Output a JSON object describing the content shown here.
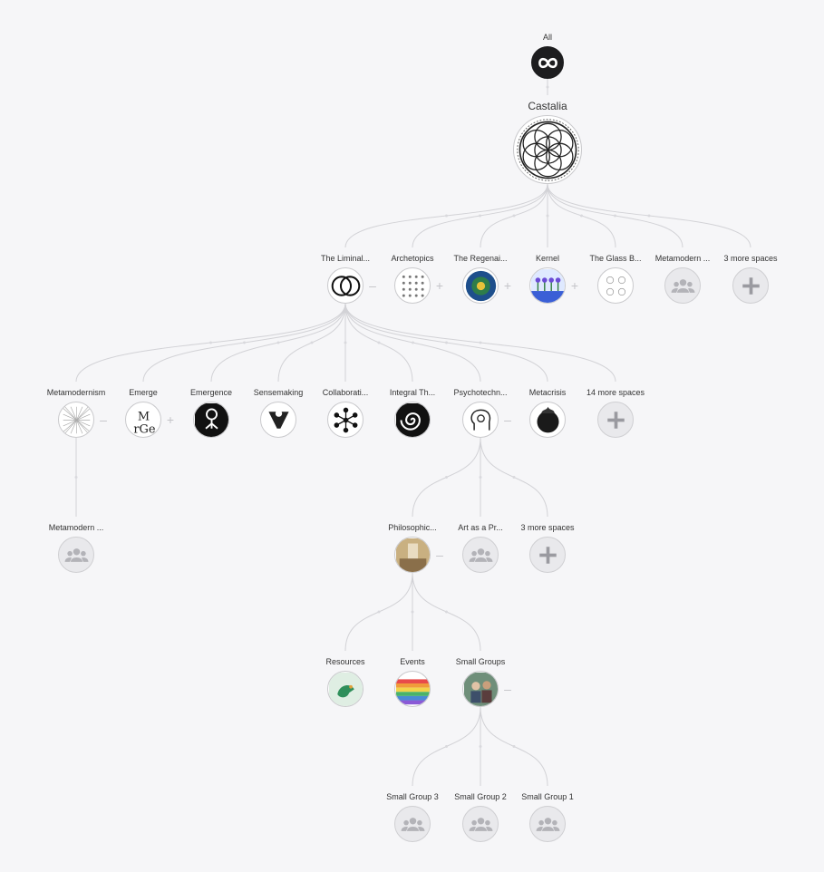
{
  "nodes": [
    {
      "id": "all",
      "label": "All",
      "icon": "infinity-icon",
      "style": "dark"
    },
    {
      "id": "castalia",
      "label": "Castalia",
      "icon": "flower-of-life-icon",
      "style": "image",
      "big": true
    },
    {
      "id": "liminal",
      "label": "The Liminal...",
      "icon": "vesica-icon",
      "style": "image",
      "toggle": "–"
    },
    {
      "id": "archetopics",
      "label": "Archetopics",
      "icon": "symbol-grid-icon",
      "style": "image",
      "toggle": "+"
    },
    {
      "id": "regenai",
      "label": "The Regenai...",
      "icon": "regen-globe-icon",
      "style": "image",
      "toggle": "+"
    },
    {
      "id": "kernel",
      "label": "Kernel",
      "icon": "kernel-garden-icon",
      "style": "image",
      "toggle": "+"
    },
    {
      "id": "glassb",
      "label": "The Glass B...",
      "icon": "glass-bead-icon",
      "style": "image"
    },
    {
      "id": "metamodern1",
      "label": "Metamodern ...",
      "icon": "users-icon",
      "style": "grey"
    },
    {
      "id": "more1",
      "label": "3 more spaces",
      "icon": "plus-icon",
      "style": "grey"
    },
    {
      "id": "metamodernism",
      "label": "Metamodernism",
      "icon": "lattice-icon",
      "style": "image",
      "toggle": "–"
    },
    {
      "id": "emerge",
      "label": "Emerge",
      "icon": "emerge-letters-icon",
      "style": "image",
      "toggle": "+"
    },
    {
      "id": "emergence",
      "label": "Emergence",
      "icon": "emergence-tree-icon",
      "style": "image"
    },
    {
      "id": "sensemaking",
      "label": "Sensemaking",
      "icon": "sensemaking-funnel-icon",
      "style": "image"
    },
    {
      "id": "collab",
      "label": "Collaborati...",
      "icon": "network-icon",
      "style": "image"
    },
    {
      "id": "integral",
      "label": "Integral Th...",
      "icon": "spiral-icon",
      "style": "image"
    },
    {
      "id": "psycho",
      "label": "Psychotechn...",
      "icon": "head-flower-icon",
      "style": "image",
      "toggle": "–"
    },
    {
      "id": "metacrisis",
      "label": "Metacrisis",
      "icon": "burning-earth-icon",
      "style": "image"
    },
    {
      "id": "more2",
      "label": "14 more spaces",
      "icon": "plus-icon",
      "style": "grey"
    },
    {
      "id": "metamodern2",
      "label": "Metamodern ...",
      "icon": "users-icon",
      "style": "grey"
    },
    {
      "id": "philosophic",
      "label": "Philosophic...",
      "icon": "painting-icon",
      "style": "image",
      "toggle": "–"
    },
    {
      "id": "artas",
      "label": "Art as a Pr...",
      "icon": "users-icon",
      "style": "grey"
    },
    {
      "id": "more3",
      "label": "3 more spaces",
      "icon": "plus-icon",
      "style": "grey"
    },
    {
      "id": "resources",
      "label": "Resources",
      "icon": "bird-icon",
      "style": "image"
    },
    {
      "id": "events",
      "label": "Events",
      "icon": "calendar-icon",
      "style": "image"
    },
    {
      "id": "smallgroups",
      "label": "Small Groups",
      "icon": "people-photo-icon",
      "style": "image",
      "toggle": "–"
    },
    {
      "id": "sg3",
      "label": "Small Group 3",
      "icon": "users-icon",
      "style": "grey"
    },
    {
      "id": "sg2",
      "label": "Small Group 2",
      "icon": "users-icon",
      "style": "grey"
    },
    {
      "id": "sg1",
      "label": "Small Group 1",
      "icon": "users-icon",
      "style": "grey"
    }
  ],
  "edges": [
    [
      "all",
      "castalia"
    ],
    [
      "castalia",
      "liminal"
    ],
    [
      "castalia",
      "archetopics"
    ],
    [
      "castalia",
      "regenai"
    ],
    [
      "castalia",
      "kernel"
    ],
    [
      "castalia",
      "glassb"
    ],
    [
      "castalia",
      "metamodern1"
    ],
    [
      "castalia",
      "more1"
    ],
    [
      "liminal",
      "metamodernism"
    ],
    [
      "liminal",
      "emerge"
    ],
    [
      "liminal",
      "emergence"
    ],
    [
      "liminal",
      "sensemaking"
    ],
    [
      "liminal",
      "collab"
    ],
    [
      "liminal",
      "integral"
    ],
    [
      "liminal",
      "psycho"
    ],
    [
      "liminal",
      "metacrisis"
    ],
    [
      "liminal",
      "more2"
    ],
    [
      "metamodernism",
      "metamodern2"
    ],
    [
      "psycho",
      "philosophic"
    ],
    [
      "psycho",
      "artas"
    ],
    [
      "psycho",
      "more3"
    ],
    [
      "philosophic",
      "resources"
    ],
    [
      "philosophic",
      "events"
    ],
    [
      "philosophic",
      "smallgroups"
    ],
    [
      "smallgroups",
      "sg3"
    ],
    [
      "smallgroups",
      "sg2"
    ],
    [
      "smallgroups",
      "sg1"
    ]
  ],
  "colors": {
    "background": "#f6f6f8",
    "edge": "#d2d2d6",
    "node_border": "#c9c9cc",
    "grey_fill": "#e9e9ec",
    "icon_grey": "#b3b3b8",
    "dark": "#1d1d1f"
  }
}
